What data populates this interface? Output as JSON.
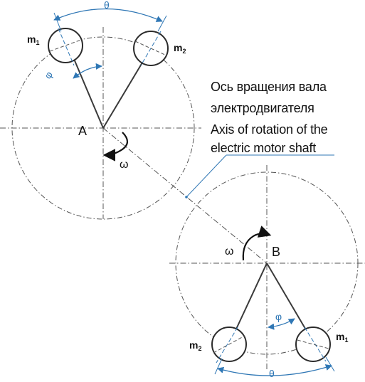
{
  "labels": {
    "pivot_a": "A",
    "pivot_b": "B",
    "omega_a": "ω",
    "omega_b": "ω",
    "theta_a": "θ",
    "theta_b": "θ",
    "phi_a": "φ",
    "phi_b": "φ",
    "m1_a_base": "m",
    "m1_a_sub": "1",
    "m2_a_base": "m",
    "m2_a_sub": "2",
    "m1_b_base": "m",
    "m1_b_sub": "1",
    "m2_b_base": "m",
    "m2_b_sub": "2"
  },
  "caption": {
    "line1": "Ось вращения вала",
    "line2": "электродвигателя",
    "line3": "Axis of rotation of the",
    "line4": "electric motor shaft"
  },
  "colors": {
    "line": "#3a3a3a",
    "accent": "#2f77b5",
    "text": "#111111"
  }
}
